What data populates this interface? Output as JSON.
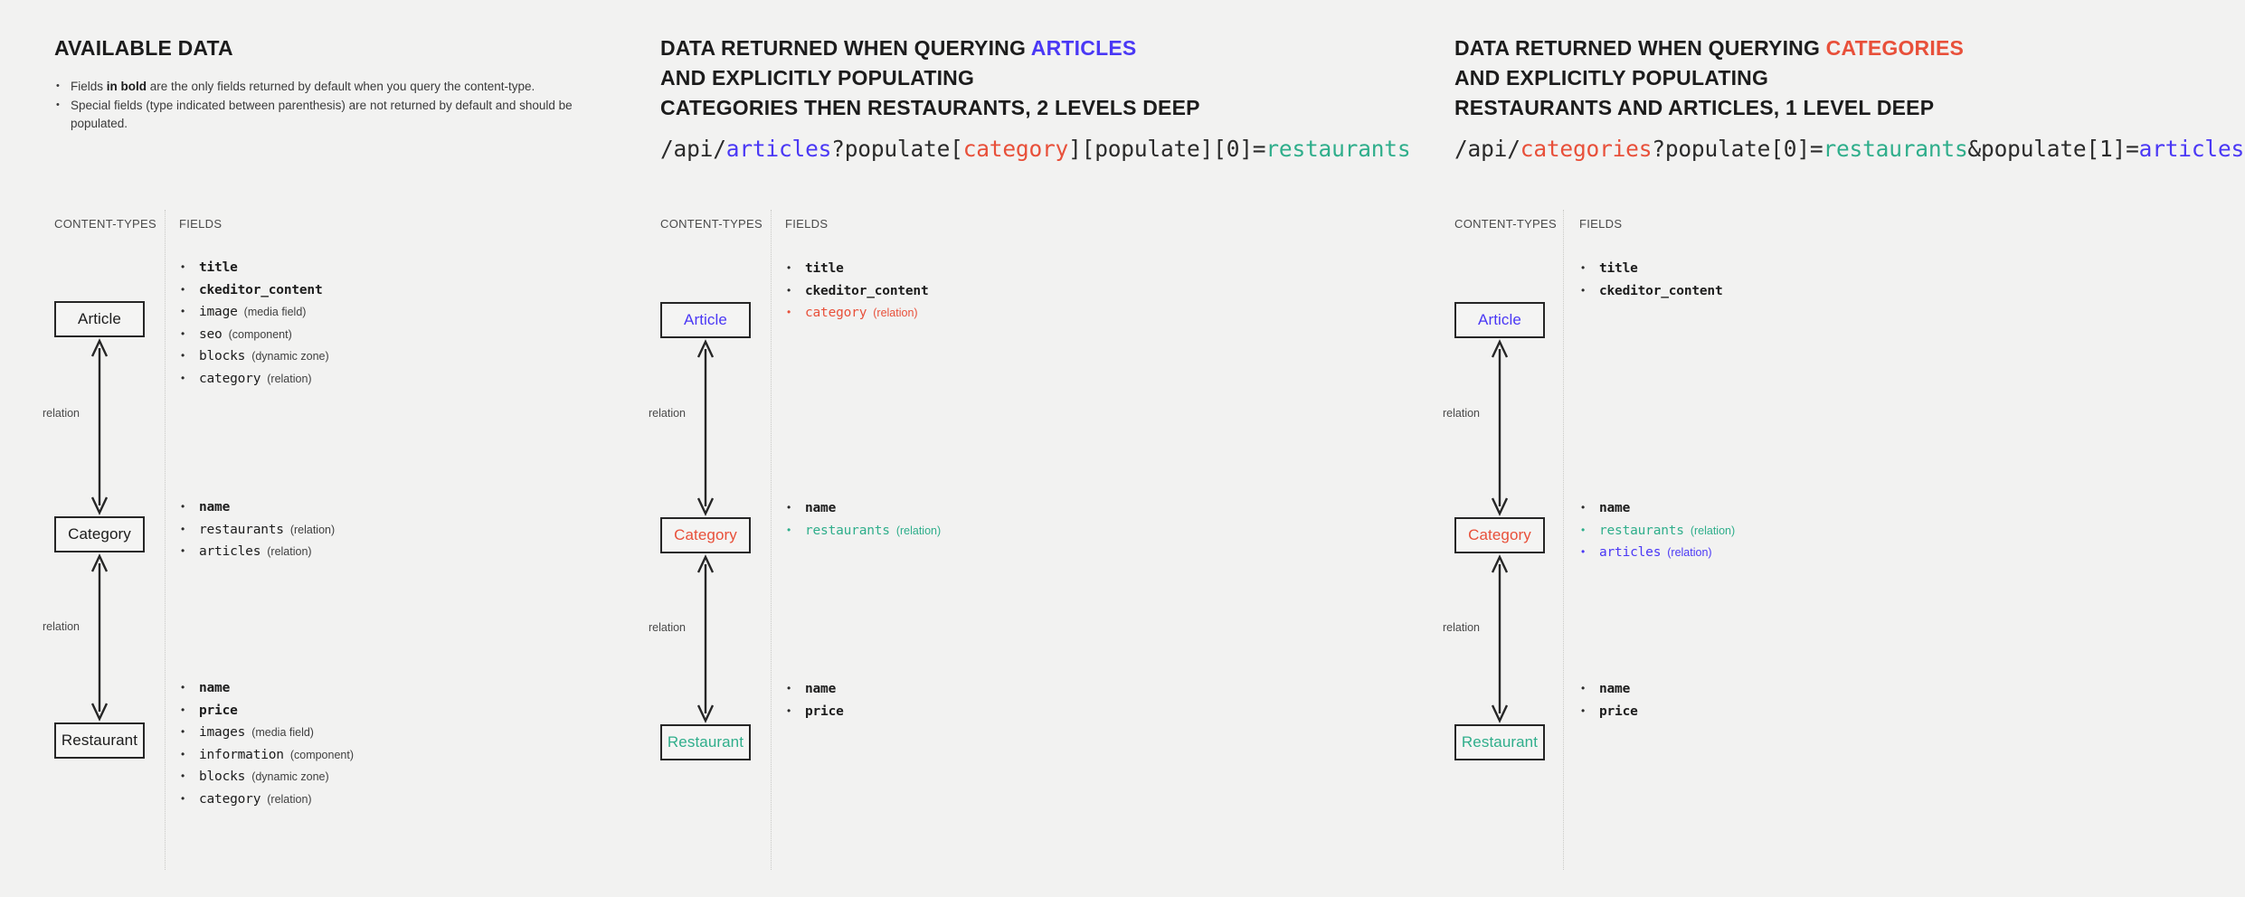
{
  "page": {
    "background": "#f2f2f1",
    "accent_blue": "#4a38f5",
    "accent_red": "#e8503a",
    "accent_green": "#2fae8b"
  },
  "labels": {
    "content_types": "CONTENT-TYPES",
    "fields": "FIELDS",
    "relation": "relation"
  },
  "columns": [
    {
      "id": "available-data",
      "heading": {
        "line1_plain": "AVAILABLE DATA"
      },
      "note": [
        {
          "prefix": "Fields ",
          "bold": "in bold",
          "suffix": " are the only fields returned by default when you query the content-type."
        },
        {
          "prefix": "Special fields (type indicated between parenthesis) are not returned by default",
          "bold": "",
          "suffix": " and should be populated."
        }
      ],
      "entities": [
        {
          "name": "Article",
          "color": "plain"
        },
        {
          "name": "Category",
          "color": "plain"
        },
        {
          "name": "Restaurant",
          "color": "plain"
        }
      ],
      "field_groups": [
        {
          "entity": "Article",
          "fields": [
            {
              "name": "title",
              "type": "",
              "bold": true,
              "color": "plain"
            },
            {
              "name": "ckeditor_content",
              "type": "",
              "bold": true,
              "color": "plain"
            },
            {
              "name": "image",
              "type": "(media field)",
              "bold": false,
              "color": "plain"
            },
            {
              "name": "seo",
              "type": "(component)",
              "bold": false,
              "color": "plain"
            },
            {
              "name": "blocks",
              "type": "(dynamic zone)",
              "bold": false,
              "color": "plain"
            },
            {
              "name": "category",
              "type": "(relation)",
              "bold": false,
              "color": "plain"
            }
          ]
        },
        {
          "entity": "Category",
          "fields": [
            {
              "name": "name",
              "type": "",
              "bold": true,
              "color": "plain"
            },
            {
              "name": "restaurants",
              "type": "(relation)",
              "bold": false,
              "color": "plain"
            },
            {
              "name": "articles",
              "type": "(relation)",
              "bold": false,
              "color": "plain"
            }
          ]
        },
        {
          "entity": "Restaurant",
          "fields": [
            {
              "name": "name",
              "type": "",
              "bold": true,
              "color": "plain"
            },
            {
              "name": "price",
              "type": "",
              "bold": true,
              "color": "plain"
            },
            {
              "name": "images",
              "type": "(media field)",
              "bold": false,
              "color": "plain"
            },
            {
              "name": "information",
              "type": "(component)",
              "bold": false,
              "color": "plain"
            },
            {
              "name": "blocks",
              "type": "(dynamic zone)",
              "bold": false,
              "color": "plain"
            },
            {
              "name": "category",
              "type": "(relation)",
              "bold": false,
              "color": "plain"
            }
          ]
        }
      ]
    },
    {
      "id": "query-articles",
      "heading": {
        "line1_pre": "DATA RETURNED WHEN QUERYING ",
        "line1_accent": "ARTICLES",
        "line2": "AND EXPLICITLY POPULATING",
        "line3": "CATEGORIES THEN RESTAURANTS, 2 LEVELS DEEP"
      },
      "api_url": [
        {
          "text": "/api/",
          "color": "plain"
        },
        {
          "text": "articles",
          "color": "blue"
        },
        {
          "text": "?populate[",
          "color": "plain"
        },
        {
          "text": "category",
          "color": "red"
        },
        {
          "text": "][populate][0]=",
          "color": "plain"
        },
        {
          "text": "restaurants",
          "color": "green"
        }
      ],
      "entities": [
        {
          "name": "Article",
          "color": "blue"
        },
        {
          "name": "Category",
          "color": "red"
        },
        {
          "name": "Restaurant",
          "color": "green"
        }
      ],
      "field_groups": [
        {
          "entity": "Article",
          "fields": [
            {
              "name": "title",
              "type": "",
              "bold": true,
              "color": "plain"
            },
            {
              "name": "ckeditor_content",
              "type": "",
              "bold": true,
              "color": "plain"
            },
            {
              "name": "category",
              "type": "(relation)",
              "bold": false,
              "color": "red"
            }
          ]
        },
        {
          "entity": "Category",
          "fields": [
            {
              "name": "name",
              "type": "",
              "bold": true,
              "color": "plain"
            },
            {
              "name": "restaurants",
              "type": "(relation)",
              "bold": false,
              "color": "green"
            }
          ]
        },
        {
          "entity": "Restaurant",
          "fields": [
            {
              "name": "name",
              "type": "",
              "bold": true,
              "color": "plain"
            },
            {
              "name": "price",
              "type": "",
              "bold": true,
              "color": "plain"
            }
          ]
        }
      ]
    },
    {
      "id": "query-categories",
      "heading": {
        "line1_pre": "DATA RETURNED WHEN QUERYING ",
        "line1_accent": "CATEGORIES",
        "line2": "AND EXPLICITLY POPULATING",
        "line3": "RESTAURANTS AND ARTICLES, 1 LEVEL DEEP"
      },
      "api_url": [
        {
          "text": "/api/",
          "color": "plain"
        },
        {
          "text": "categories",
          "color": "red"
        },
        {
          "text": "?populate[0]=",
          "color": "plain"
        },
        {
          "text": "restaurants",
          "color": "green"
        },
        {
          "text": "&populate[1]=",
          "color": "plain"
        },
        {
          "text": "articles",
          "color": "blue"
        }
      ],
      "entities": [
        {
          "name": "Article",
          "color": "blue"
        },
        {
          "name": "Category",
          "color": "red"
        },
        {
          "name": "Restaurant",
          "color": "green"
        }
      ],
      "field_groups": [
        {
          "entity": "Article",
          "fields": [
            {
              "name": "title",
              "type": "",
              "bold": true,
              "color": "plain"
            },
            {
              "name": "ckeditor_content",
              "type": "",
              "bold": true,
              "color": "plain"
            }
          ]
        },
        {
          "entity": "Category",
          "fields": [
            {
              "name": "name",
              "type": "",
              "bold": true,
              "color": "plain"
            },
            {
              "name": "restaurants",
              "type": "(relation)",
              "bold": false,
              "color": "green"
            },
            {
              "name": "articles",
              "type": "(relation)",
              "bold": false,
              "color": "blue"
            }
          ]
        },
        {
          "entity": "Restaurant",
          "fields": [
            {
              "name": "name",
              "type": "",
              "bold": true,
              "color": "plain"
            },
            {
              "name": "price",
              "type": "",
              "bold": true,
              "color": "plain"
            }
          ]
        }
      ]
    }
  ]
}
